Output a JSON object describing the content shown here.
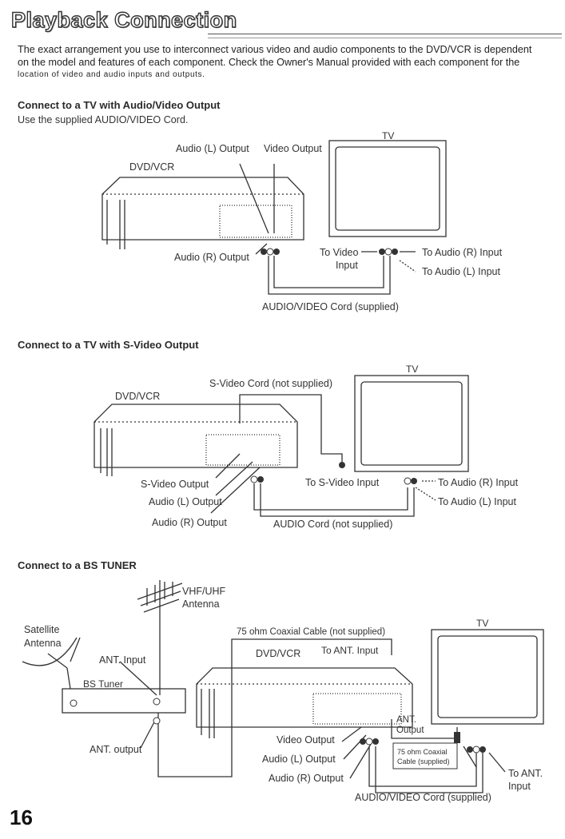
{
  "header": {
    "title": "Playback Connection"
  },
  "intro": {
    "line1": "The exact arrangement you use to interconnect various video and audio components to the DVD/VCR is dependent",
    "line2": "on the model and features of each component. Check the Owner's Manual provided with each component for the",
    "line3": "location of video and audio inputs and outputs."
  },
  "section1": {
    "heading": "Connect to a TV with Audio/Video Output",
    "subtext": "Use the supplied AUDIO/VIDEO Cord.",
    "labels": {
      "tv": "TV",
      "dvdvcr": "DVD/VCR",
      "audio_l_output": "Audio (L) Output",
      "video_output": "Video Output",
      "audio_r_output": "Audio (R) Output",
      "to_video_input_1": "To Video",
      "to_video_input_2": "Input",
      "to_audio_r_input": "To Audio (R) Input",
      "to_audio_l_input": "To Audio (L) Input",
      "cord": "AUDIO/VIDEO Cord (supplied)"
    }
  },
  "section2": {
    "heading": "Connect to a TV with S-Video Output",
    "labels": {
      "tv": "TV",
      "dvdvcr": "DVD/VCR",
      "s_video_cord": "S-Video Cord (not supplied)",
      "s_video_output": "S-Video Output",
      "audio_l_output": "Audio (L) Output",
      "audio_r_output": "Audio (R) Output",
      "to_s_video_input": "To S-Video Input",
      "to_audio_r_input": "To Audio (R) Input",
      "to_audio_l_input": "To Audio (L) Input",
      "audio_cord": "AUDIO Cord (not supplied)"
    }
  },
  "section3": {
    "heading": "Connect to a BS TUNER",
    "labels": {
      "antenna_1": "VHF/UHF",
      "antenna_2": "Antenna",
      "satellite_1": "Satellite",
      "satellite_2": "Antenna",
      "ant_input": "ANT. Input",
      "bs_tuner": "BS Tuner",
      "ant_output": "ANT. output",
      "coax_cable": "75 ohm Coaxial Cable (not supplied)",
      "dvdvcr": "DVD/VCR",
      "to_ant_input": "To ANT. Input",
      "tv": "TV",
      "ant_out_1": "ANT.",
      "ant_out_2": "Output",
      "video_output": "Video Output",
      "audio_l_output": "Audio (L) Output",
      "audio_r_output": "Audio (R) Output",
      "coax_supplied_1": "75 ohm Coaxial",
      "coax_supplied_2": "Cable (supplied)",
      "to_ant_input_tv_1": "To ANT.",
      "to_ant_input_tv_2": "Input",
      "cord": "AUDIO/VIDEO Cord (supplied)"
    }
  },
  "footer": {
    "page_number": "16"
  }
}
